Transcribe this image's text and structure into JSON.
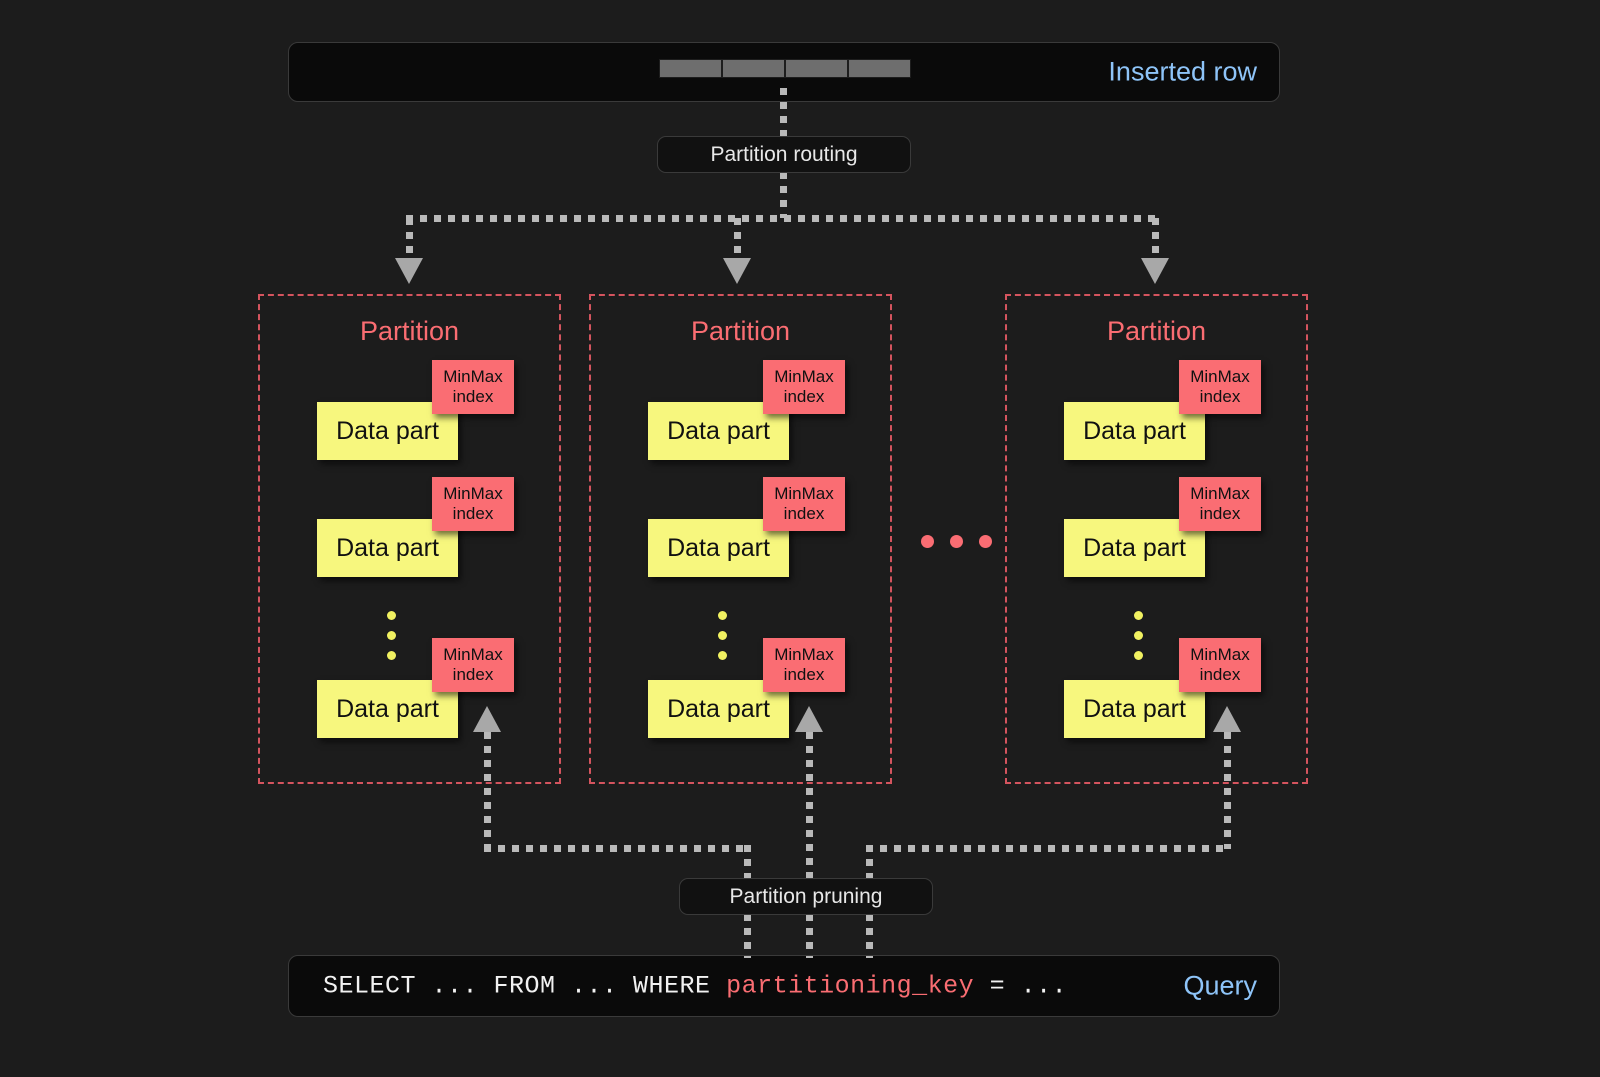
{
  "page": {
    "background": "#1c1c1c",
    "accent_red": "#fa6d73",
    "accent_yellow": "#f7f77e",
    "accent_blue": "#8ec4f8",
    "partition_border": "#d4545e"
  },
  "inserted_row": {
    "label": "Inserted row",
    "cell_count": 4
  },
  "routing": {
    "label": "Partition routing"
  },
  "pruning": {
    "label": "Partition pruning"
  },
  "query": {
    "label": "Query",
    "prefix": "SELECT ... FROM ... WHERE ",
    "keyword": "partitioning_key",
    "suffix": " = ..."
  },
  "partitions": [
    {
      "title": "Partition",
      "parts": [
        {
          "data_label": "Data part",
          "index_line1": "MinMax",
          "index_line2": "index"
        },
        {
          "data_label": "Data part",
          "index_line1": "MinMax",
          "index_line2": "index"
        },
        {
          "data_label": "Data part",
          "index_line1": "MinMax",
          "index_line2": "index"
        }
      ],
      "ellipsis_dots": 3
    },
    {
      "title": "Partition",
      "parts": [
        {
          "data_label": "Data part",
          "index_line1": "MinMax",
          "index_line2": "index"
        },
        {
          "data_label": "Data part",
          "index_line1": "MinMax",
          "index_line2": "index"
        },
        {
          "data_label": "Data part",
          "index_line1": "MinMax",
          "index_line2": "index"
        }
      ],
      "ellipsis_dots": 3
    },
    {
      "title": "Partition",
      "parts": [
        {
          "data_label": "Data part",
          "index_line1": "MinMax",
          "index_line2": "index"
        },
        {
          "data_label": "Data part",
          "index_line1": "MinMax",
          "index_line2": "index"
        },
        {
          "data_label": "Data part",
          "index_line1": "MinMax",
          "index_line2": "index"
        }
      ],
      "ellipsis_dots": 3
    }
  ],
  "between_partitions_dots": 3
}
